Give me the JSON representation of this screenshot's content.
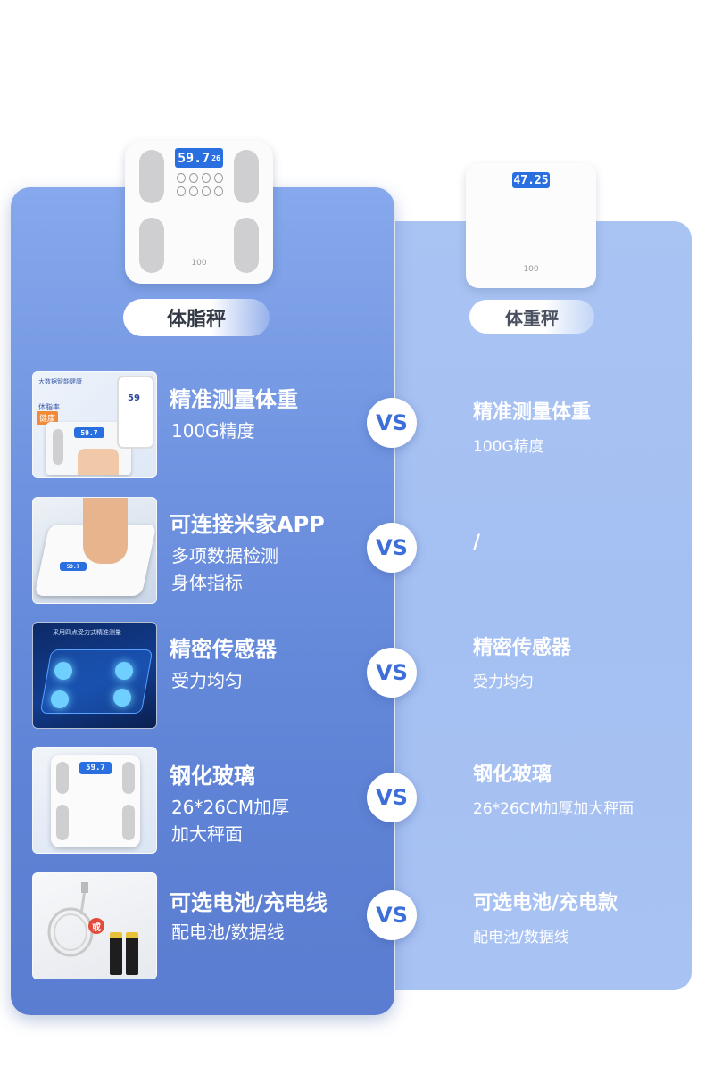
{
  "left_product": {
    "name": "体脂秤",
    "display_reading": "59.7",
    "display_small": "26",
    "brand": "100"
  },
  "right_product": {
    "name": "体重秤",
    "display_reading": "47.25",
    "brand": "100"
  },
  "vs_label": "VS",
  "thumb_labels": {
    "t1_tag1": "大数据智能健康",
    "t1_tag2": "体脂率",
    "t1_tag3": "健康",
    "t1_phone": "59",
    "t3_caption": "采用四点受力式精准测量",
    "t5_or": "或"
  },
  "features": [
    {
      "title": "精准测量体重",
      "subs": [
        "100G精度"
      ],
      "right_title": "精准测量体重",
      "right_sub": "100G精度"
    },
    {
      "title": "可连接米家APP",
      "subs": [
        "多项数据检测",
        "身体指标"
      ],
      "right_title": "/",
      "right_sub": ""
    },
    {
      "title": "精密传感器",
      "subs": [
        "受力均匀"
      ],
      "right_title": "精密传感器",
      "right_sub": "受力均匀"
    },
    {
      "title": "钢化玻璃",
      "subs": [
        "26*26CM加厚",
        "加大秤面"
      ],
      "right_title": "钢化玻璃",
      "right_sub": "26*26CM加厚加大秤面"
    },
    {
      "title": "可选电池/充电线",
      "subs": [
        "配电池/数据线"
      ],
      "right_title": "可选电池/充电款",
      "right_sub": "配电池/数据线"
    }
  ]
}
